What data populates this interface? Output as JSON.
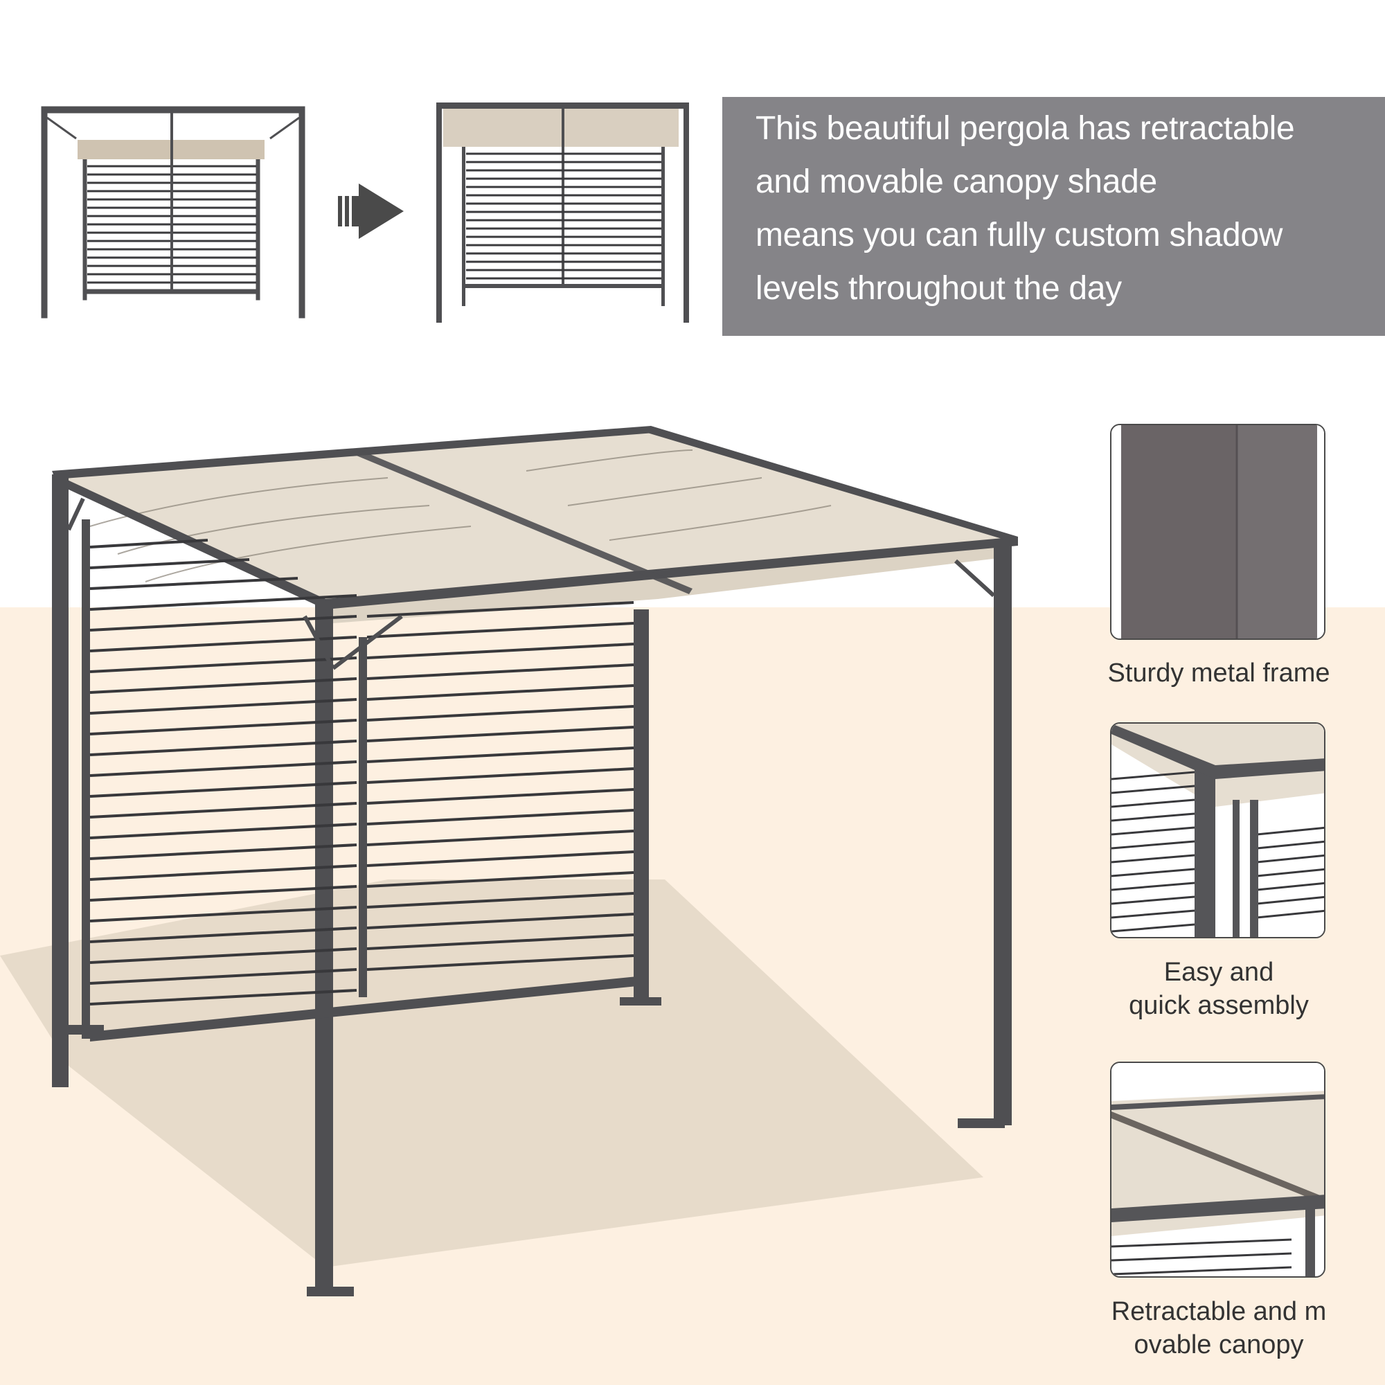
{
  "info_panel": {
    "lines": [
      "This beautiful pergola has retractable",
      "and movable canopy shade",
      " means you can fully custom shadow",
      " levels throughout the day"
    ]
  },
  "comparison": {
    "before_label": "retracted-canopy-pergola",
    "after_label": "extended-canopy-pergola",
    "arrow_icon": "right-arrow-icon"
  },
  "features": [
    {
      "caption": "Sturdy metal frame",
      "image": "metal-texture-closeup"
    },
    {
      "caption": "Easy and\nquick assembly",
      "image": "corner-joint-closeup"
    },
    {
      "caption": "Retractable and m\novable canopy",
      "image": "canopy-closeup"
    }
  ],
  "colors": {
    "panel_bg": "#858488",
    "floor_bg": "#fdf0e1",
    "frame": "#4f4f52",
    "canopy": "#e6ded1",
    "caption_text": "#333333"
  }
}
